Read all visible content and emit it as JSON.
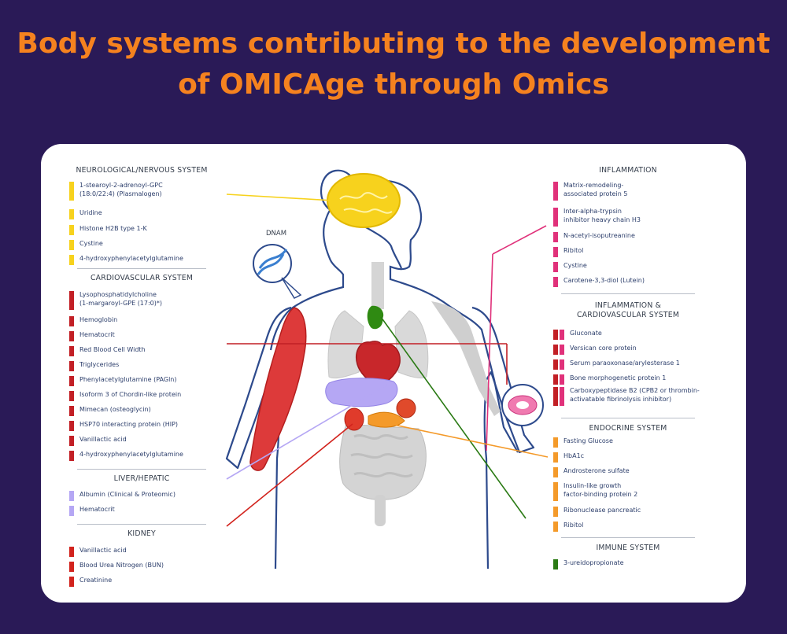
{
  "title": {
    "line1": "Body systems contributing to the development",
    "line2": "of OMICAge through Omics"
  },
  "colors": {
    "background": "#2a1a57",
    "title": "#f5821f",
    "neuro": "#f7d21d",
    "cardio": "#c21f25",
    "liver": "#b5a7f4",
    "kidney": "#d2231d",
    "inflammation": "#e0317a",
    "endocrine": "#f49a2a",
    "immune": "#2a7a14"
  },
  "dnam_label": "DNAM",
  "left": [
    {
      "key": "neuro",
      "heading": "NEUROLOGICAL/NERVOUS SYSTEM",
      "items": [
        {
          "lines": [
            "1-stearoyl-2-adrenoyl-GPC",
            "(18:0/22:4) (Plasmalogen)"
          ],
          "swatches": [
            "neuro"
          ]
        },
        {
          "lines": [
            "Uridine"
          ],
          "swatches": [
            "neuro"
          ]
        },
        {
          "lines": [
            "Histone H2B type 1-K"
          ],
          "swatches": [
            "neuro"
          ]
        },
        {
          "lines": [
            "Cystine"
          ],
          "swatches": [
            "neuro"
          ]
        },
        {
          "lines": [
            "4-hydroxyphenylacetylglutamine"
          ],
          "swatches": [
            "neuro"
          ]
        }
      ]
    },
    {
      "key": "cardio",
      "heading": "CARDIOVASCULAR SYSTEM",
      "items": [
        {
          "lines": [
            "Lysophosphatidylcholine",
            "(1-margaroyl-GPE (17:0)*)"
          ],
          "swatches": [
            "cardio"
          ]
        },
        {
          "lines": [
            "Hemoglobin"
          ],
          "swatches": [
            "cardio"
          ]
        },
        {
          "lines": [
            "Hematocrit"
          ],
          "swatches": [
            "cardio"
          ]
        },
        {
          "lines": [
            "Red Blood Cell Width"
          ],
          "swatches": [
            "cardio"
          ]
        },
        {
          "lines": [
            "Triglycerides"
          ],
          "swatches": [
            "cardio"
          ]
        },
        {
          "lines": [
            "Phenylacetylglutamine (PAGln)"
          ],
          "swatches": [
            "cardio"
          ]
        },
        {
          "lines": [
            "Isoform 3 of Chordin-like protein"
          ],
          "swatches": [
            "cardio"
          ]
        },
        {
          "lines": [
            "Mimecan (osteoglycin)"
          ],
          "swatches": [
            "cardio"
          ]
        },
        {
          "lines": [
            "HSP70 interacting protein (HIP)"
          ],
          "swatches": [
            "cardio"
          ]
        },
        {
          "lines": [
            "Vanillactic acid"
          ],
          "swatches": [
            "cardio"
          ]
        },
        {
          "lines": [
            "4-hydroxyphenylacetylglutamine"
          ],
          "swatches": [
            "cardio"
          ]
        }
      ]
    },
    {
      "key": "liver",
      "heading": "LIVER/HEPATIC",
      "items": [
        {
          "lines": [
            "Albumin (Clinical & Proteomic)"
          ],
          "swatches": [
            "liver"
          ]
        },
        {
          "lines": [
            "Hematocrit"
          ],
          "swatches": [
            "liver"
          ]
        }
      ]
    },
    {
      "key": "kidney",
      "heading": "KIDNEY",
      "items": [
        {
          "lines": [
            "Vanillactic acid"
          ],
          "swatches": [
            "kidney"
          ]
        },
        {
          "lines": [
            "Blood Urea Nitrogen (BUN)"
          ],
          "swatches": [
            "kidney"
          ]
        },
        {
          "lines": [
            "Creatinine"
          ],
          "swatches": [
            "kidney"
          ]
        }
      ]
    }
  ],
  "right": [
    {
      "key": "inflammation",
      "heading": "INFLAMMATION",
      "items": [
        {
          "lines": [
            "Matrix-remodeling-",
            "associated protein 5"
          ],
          "swatches": [
            "inflammation"
          ]
        },
        {
          "lines": [
            "Inter-alpha-trypsin",
            "inhibitor heavy chain H3"
          ],
          "swatches": [
            "inflammation"
          ]
        },
        {
          "lines": [
            "N-acetyl-isoputreanine"
          ],
          "swatches": [
            "inflammation"
          ]
        },
        {
          "lines": [
            "Ribitol"
          ],
          "swatches": [
            "inflammation"
          ]
        },
        {
          "lines": [
            "Cystine"
          ],
          "swatches": [
            "inflammation"
          ]
        },
        {
          "lines": [
            "Carotene-3,3-diol (Lutein)"
          ],
          "swatches": [
            "inflammation"
          ]
        }
      ]
    },
    {
      "key": "inflcardio",
      "heading": "INFLAMMATION &\nCARDIOVASCULAR SYSTEM",
      "items": [
        {
          "lines": [
            "Gluconate"
          ],
          "swatches": [
            "cardio",
            "inflammation"
          ]
        },
        {
          "lines": [
            "Versican core protein"
          ],
          "swatches": [
            "cardio",
            "inflammation"
          ]
        },
        {
          "lines": [
            "Serum paraoxonase/arylesterase 1"
          ],
          "swatches": [
            "cardio",
            "inflammation"
          ]
        },
        {
          "lines": [
            "Bone morphogenetic protein 1"
          ],
          "swatches": [
            "cardio",
            "inflammation"
          ]
        },
        {
          "lines": [
            "Carboxypeptidase B2 (CPB2 or thrombin-",
            "activatable fibrinolysis inhibitor)"
          ],
          "swatches": [
            "cardio",
            "inflammation"
          ]
        }
      ]
    },
    {
      "key": "endocrine",
      "heading": "ENDOCRINE SYSTEM",
      "items": [
        {
          "lines": [
            "Fasting Glucose"
          ],
          "swatches": [
            "endocrine"
          ]
        },
        {
          "lines": [
            "HbA1c"
          ],
          "swatches": [
            "endocrine"
          ]
        },
        {
          "lines": [
            "Androsterone sulfate"
          ],
          "swatches": [
            "endocrine"
          ]
        },
        {
          "lines": [
            "Insulin-like growth",
            "factor-binding protein 2"
          ],
          "swatches": [
            "endocrine"
          ]
        },
        {
          "lines": [
            "Ribonuclease pancreatic"
          ],
          "swatches": [
            "endocrine"
          ]
        },
        {
          "lines": [
            "Ribitol"
          ],
          "swatches": [
            "endocrine"
          ]
        }
      ]
    },
    {
      "key": "immune",
      "heading": "IMMUNE SYSTEM",
      "items": [
        {
          "lines": [
            "3-ureidopropionate"
          ],
          "swatches": [
            "immune"
          ]
        }
      ]
    }
  ]
}
